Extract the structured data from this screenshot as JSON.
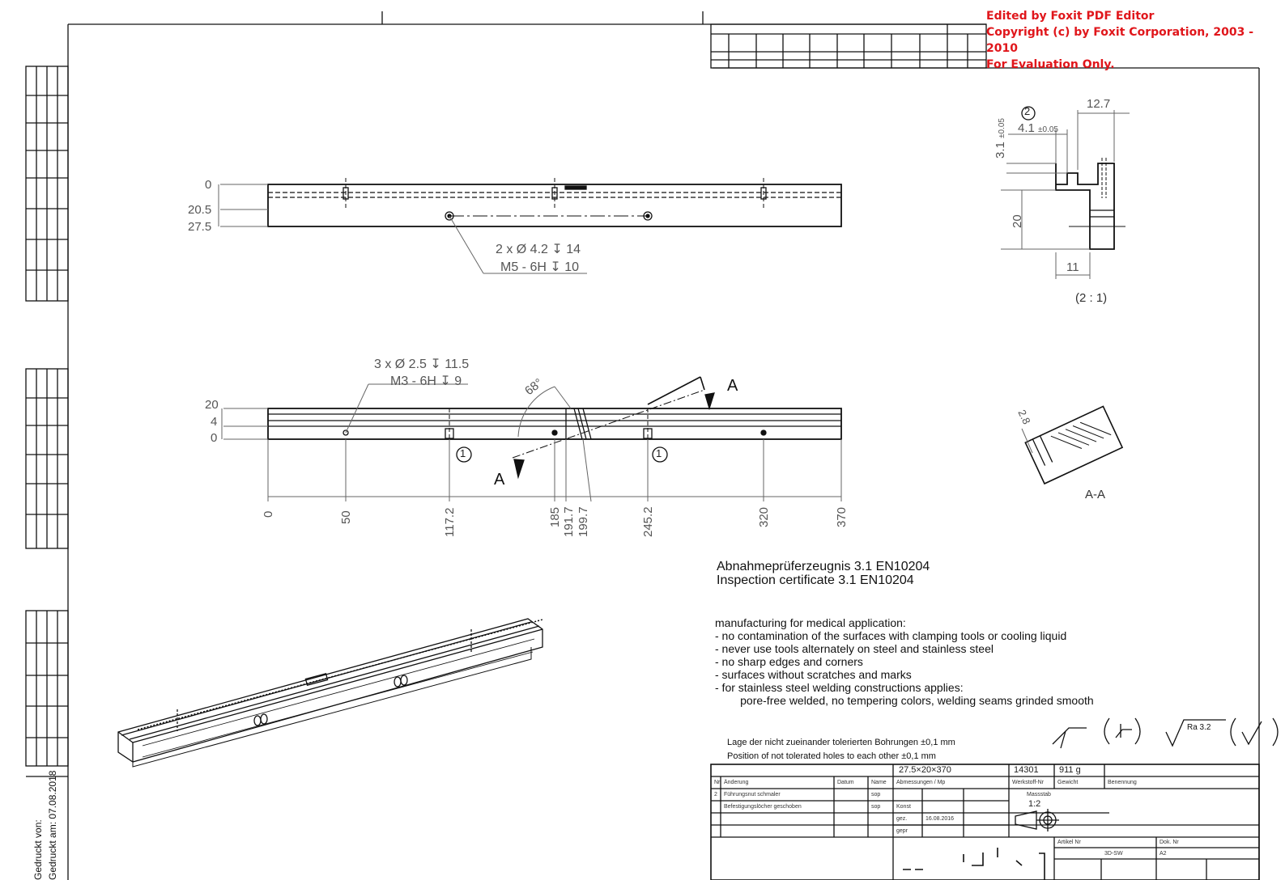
{
  "watermark": {
    "line1": "Edited by Foxit PDF Editor",
    "line2": "Copyright (c) by Foxit Corporation, 2003 - 2010",
    "line3": "For Evaluation Only."
  },
  "colors": {
    "watermark": "#e0161b",
    "line": "#111111",
    "dim": "#555555"
  },
  "view_top": {
    "dims": [
      "0",
      "20.5",
      "27.5"
    ],
    "callout_line1": "2 x Ø 4.2 ↧ 14",
    "callout_line2": "M5 - 6H ↧ 10"
  },
  "view_front": {
    "dims_left": [
      "20",
      "4",
      "0"
    ],
    "callout_line1": "3 x Ø 2.5 ↧ 11.5",
    "callout_line2": "M3 - 6H ↧ 9",
    "angle": "68°",
    "section_mark": "A",
    "balloon": "1",
    "x_dims": [
      "0",
      "50",
      "117.2",
      "185",
      "191.7",
      "199.7",
      "245.2",
      "320",
      "370"
    ]
  },
  "detail": {
    "balloon": "2",
    "d1": "12.7",
    "d2": "4.1",
    "d2_tol": "±0.05",
    "d3": "3.1",
    "d3_tol": "±0.05",
    "d4": "20",
    "d5": "11",
    "scale": "(2 : 1)"
  },
  "section": {
    "dim": "2.8",
    "label": "A-A"
  },
  "certificate": {
    "line1": "Abnahmeprüferzeugnis 3.1 EN10204",
    "line2": "Inspection certificate  3.1 EN10204"
  },
  "notes": {
    "title": "manufacturing for medical application:",
    "items": [
      "- no contamination of the surfaces with clamping tools or cooling liquid",
      "- never use tools alternately on steel and stainless steel",
      "- no sharp edges and corners",
      "- surfaces without scratches and marks",
      "- for stainless steel welding constructions applies:",
      "        pore-free welded, no tempering colors, welding seams grinded smooth"
    ]
  },
  "holes_note": {
    "de": "Lage der nicht zueinander tolerierten Bohrungen ±0,1 mm",
    "en": "Position of not tolerated holes to each other ±0,1 mm"
  },
  "roughness": "Ra 3.2",
  "title_block": {
    "size": "27.5×20×370",
    "material": "14301",
    "weight": "911 g",
    "col_nr": "Nr",
    "col_change": "Änderung",
    "col_date": "Datum",
    "col_name": "Name",
    "col_dims": "Abmessungen / Mp",
    "col_material": "Werkstoff-Nr",
    "col_weight": "Gewicht",
    "col_desc": "Benennung",
    "rev_nr": "2",
    "rev1": "Führungsnut schmaler",
    "rev2": "Befestigungslöcher geschoben",
    "rev_name": "sop",
    "konst": "Konst",
    "gez": "gez.",
    "gepr": "gepr",
    "date_gez": "16.08.2016",
    "scale_label": "Massstab",
    "scale": "1:2",
    "art_nr": "Artikel Nr",
    "dok_nr": "Dok. Nr",
    "cad": "3D-SW",
    "format": "A2"
  },
  "printed": {
    "by": "Gedruckt von:",
    "at": "Gedruckt am:  07.08.2018"
  }
}
